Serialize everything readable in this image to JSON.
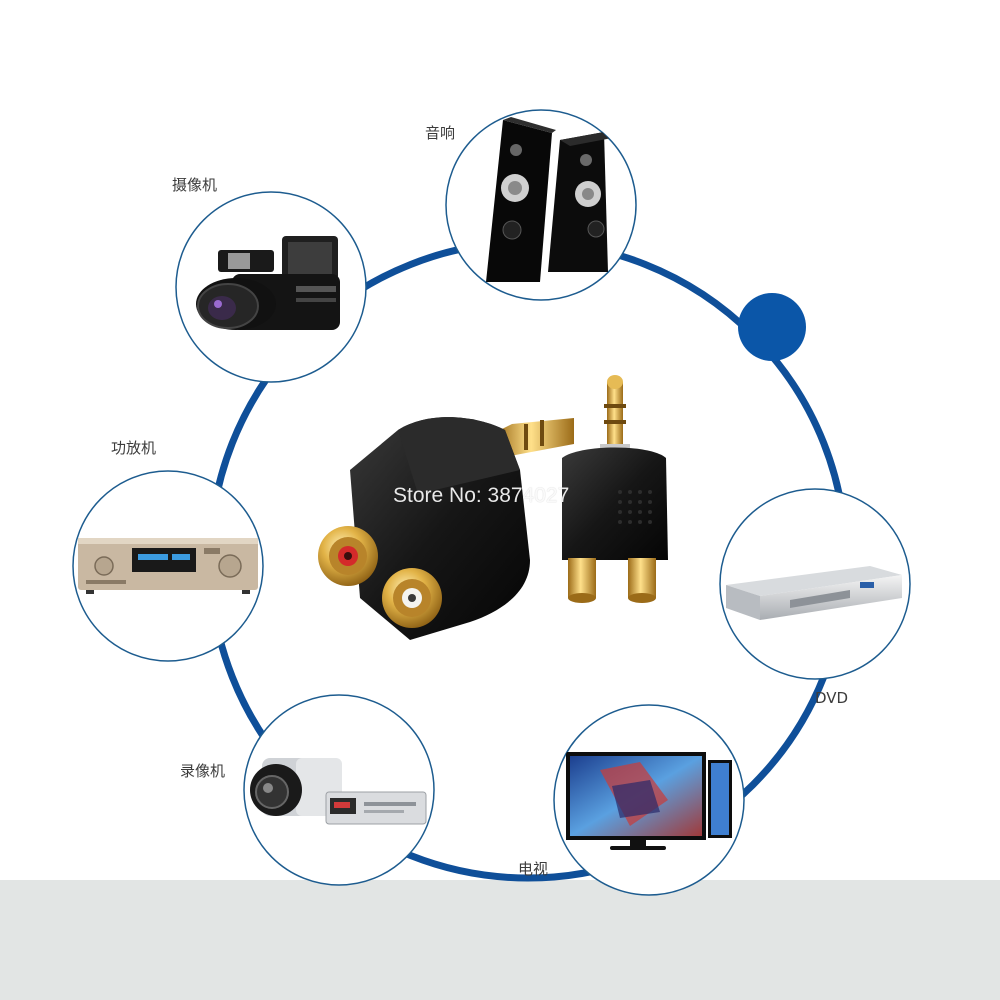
{
  "watermark": "Store No: 3874027",
  "devices": [
    {
      "id": "speakers",
      "label": "音响"
    },
    {
      "id": "camcorder",
      "label": "摄像机"
    },
    {
      "id": "amplifier",
      "label": "功放机"
    },
    {
      "id": "dvd",
      "label": "DVD"
    },
    {
      "id": "recorder",
      "label": "录像机"
    },
    {
      "id": "tv",
      "label": "电视"
    }
  ],
  "colors": {
    "ring": "#0f4f99",
    "bubble_border": "#1d5c8f",
    "accent_dot": "#0b56a8",
    "band": "#e2e5e4",
    "gold": "#d9aa3c"
  }
}
